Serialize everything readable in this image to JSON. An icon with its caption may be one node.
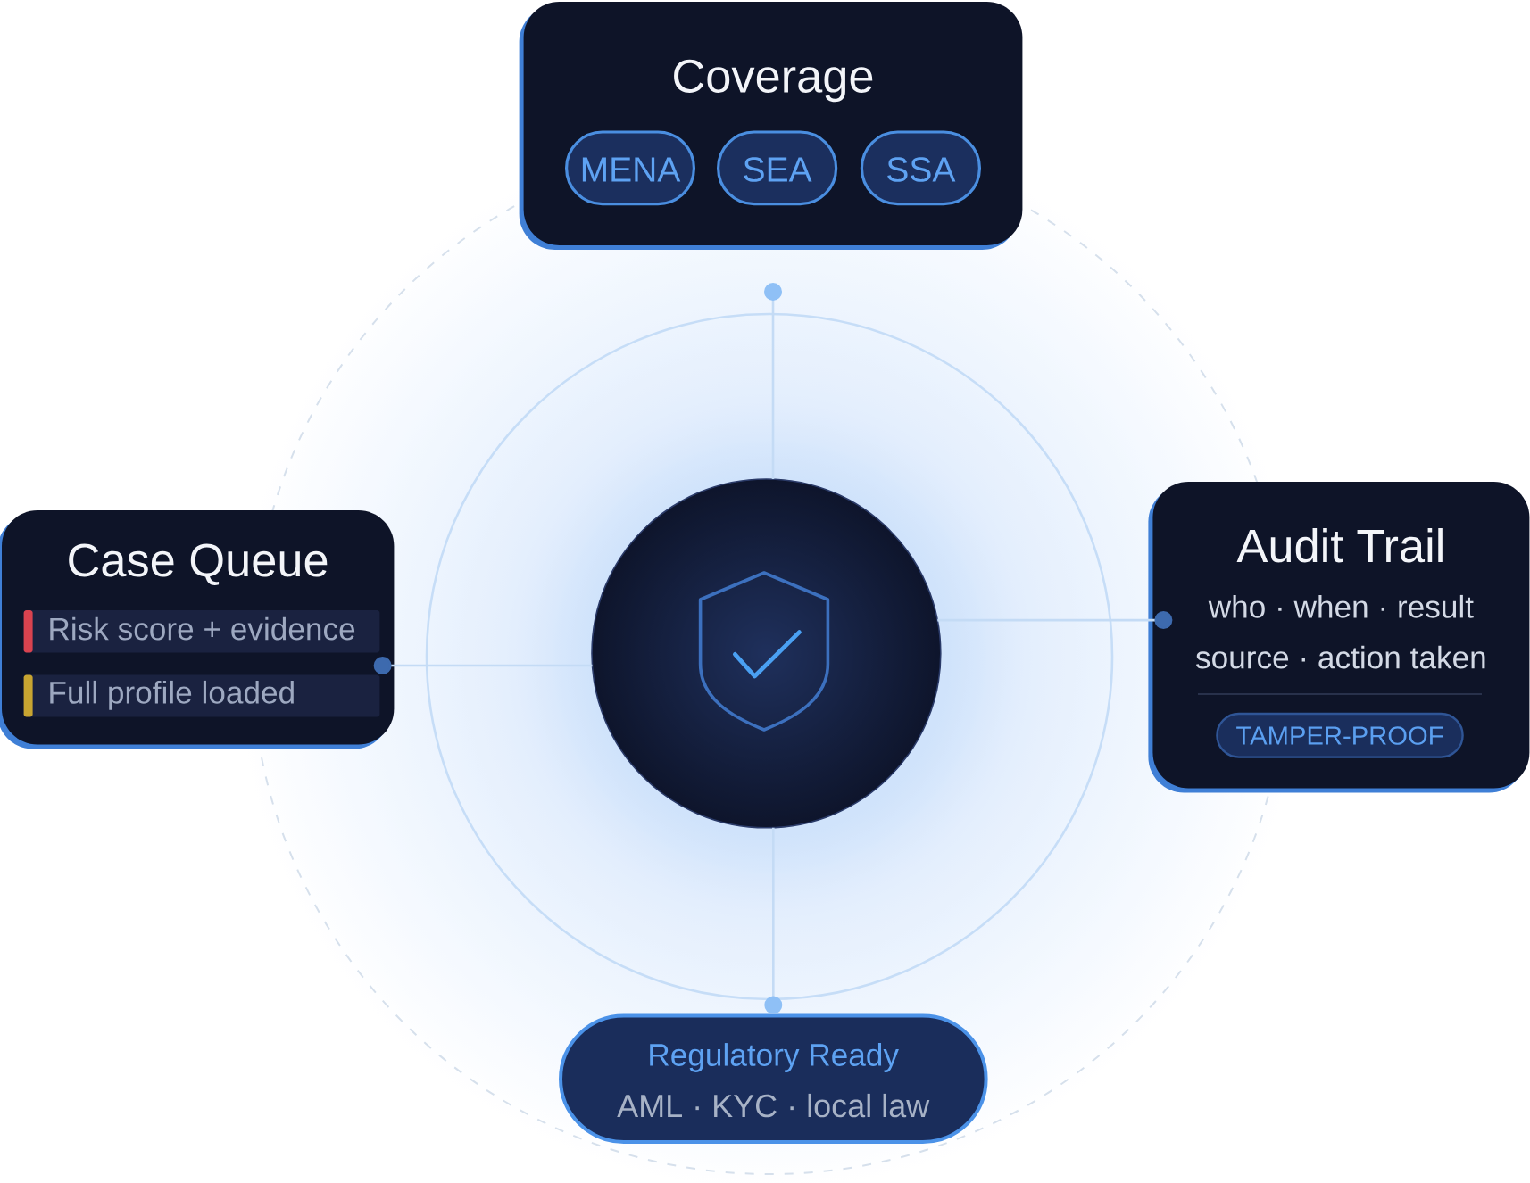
{
  "diagram": {
    "nodes": [
      {
        "text": [
          "Coverage"
        ]
      },
      {
        "text": [
          "MENA"
        ],
        "in": 0
      },
      {
        "text": [
          "SEA"
        ],
        "in": 0
      },
      {
        "text": [
          "SSA"
        ],
        "in": 0
      },
      {
        "text": [
          "Case Queue"
        ]
      },
      {
        "text": [
          "Risk score + evidence"
        ],
        "in": 4
      },
      {
        "text": [
          "Full profile loaded"
        ],
        "in": 4
      },
      {
        "text": [],
        "shape": "circle"
      },
      {
        "text": [
          "Audit Trail",
          "who · when · result",
          "source · action taken"
        ]
      },
      {
        "text": [
          "TAMPER-PROOF"
        ],
        "in": 8
      },
      {
        "text": [
          "Regulatory Ready",
          "AML · KYC · local law"
        ]
      }
    ],
    "edges": [
      {
        "from": 7,
        "to": 0,
        "arrow": "other"
      },
      {
        "from": 7,
        "to": 4,
        "arrow": "other"
      },
      {
        "from": 7,
        "to": 8,
        "arrow": "other"
      },
      {
        "from": 7,
        "to": 10,
        "arrow": "other"
      }
    ]
  }
}
